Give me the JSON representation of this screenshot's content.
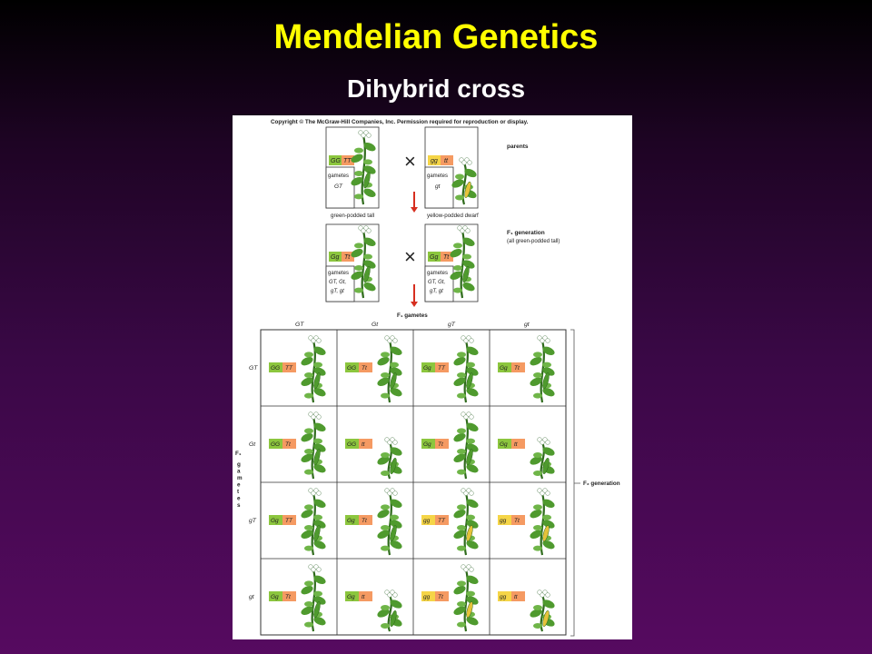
{
  "slide": {
    "title": "Mendelian Genetics",
    "subtitle": "Dihybrid cross"
  },
  "figure": {
    "copyright": "Copyright © The McGraw-Hill Companies, Inc. Permission required for reproduction or display.",
    "parents_label": "parents",
    "f1_label": "F₁ generation",
    "f1_sublabel": "(all green-podded tall)",
    "f1_gametes_label": "F₁ gametes",
    "f2_label": "F₂ generation",
    "gametes_side_label_top": "F₁",
    "gametes_side_letters": [
      "g",
      "a",
      "m",
      "e",
      "t",
      "e",
      "s"
    ],
    "gametes_word": "gametes",
    "parent_left": {
      "g1": "GG",
      "g2": "TT",
      "gametes": "GT",
      "caption": "green-podded tall"
    },
    "parent_right": {
      "g1": "gg",
      "g2": "tt",
      "gametes": "gt",
      "caption": "yellow-podded dwarf"
    },
    "f1_left": {
      "g1": "Gg",
      "g2": "Tt",
      "gametes_l1": "GT, Gt,",
      "gametes_l2": "gT, gt"
    },
    "f1_right": {
      "g1": "Gg",
      "g2": "Tt",
      "gametes_l1": "GT, Gt,",
      "gametes_l2": "gT, gt"
    },
    "cross_symbol": "×",
    "punnett": {
      "col_headers": [
        "GT",
        "Gt",
        "gT",
        "gt"
      ],
      "row_headers": [
        "GT",
        "Gt",
        "gT",
        "gt"
      ],
      "cells": [
        [
          {
            "g1": "GG",
            "g2": "TT"
          },
          {
            "g1": "GG",
            "g2": "Tt"
          },
          {
            "g1": "Gg",
            "g2": "TT"
          },
          {
            "g1": "Gg",
            "g2": "Tt"
          }
        ],
        [
          {
            "g1": "GG",
            "g2": "Tt"
          },
          {
            "g1": "GG",
            "g2": "tt"
          },
          {
            "g1": "Gg",
            "g2": "Tt"
          },
          {
            "g1": "Gg",
            "g2": "tt"
          }
        ],
        [
          {
            "g1": "Gg",
            "g2": "TT"
          },
          {
            "g1": "Gg",
            "g2": "Tt"
          },
          {
            "g1": "gg",
            "g2": "TT"
          },
          {
            "g1": "gg",
            "g2": "Tt"
          }
        ],
        [
          {
            "g1": "Gg",
            "g2": "Tt"
          },
          {
            "g1": "Gg",
            "g2": "tt"
          },
          {
            "g1": "gg",
            "g2": "Tt"
          },
          {
            "g1": "gg",
            "g2": "tt"
          }
        ]
      ]
    }
  },
  "colors": {
    "title": "#ffff00",
    "subtitle": "#ffffff",
    "green_pod_box": "#8cc63e",
    "yellow_pod_box": "#f5d547",
    "height_box": "#f59a62",
    "plant": "#4f9a2e",
    "plant_dark": "#2f6b1c",
    "yellow_pod": "#e6c23a",
    "arrow": "#d62e1f"
  }
}
